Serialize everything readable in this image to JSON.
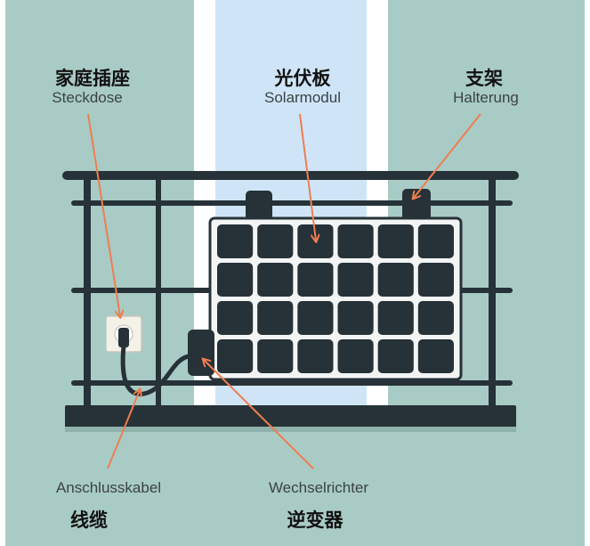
{
  "colors": {
    "background": "#a9cbc5",
    "sky_stripe": "#cfe5f7",
    "wall_gap": "#ffffff",
    "railing": "#263238",
    "panel_cell": "#263238",
    "panel_frame": "#f3f5f5",
    "arrow": "#ef7e50",
    "outlet_face": "#f4f1e8"
  },
  "labels": {
    "socket_zh": "家庭插座",
    "socket_de": "Steckdose",
    "panel_zh": "光伏板",
    "panel_de": "Solarmodul",
    "bracket_zh": "支架",
    "bracket_de": "Halterung",
    "cable_de": "Anschlusskabel",
    "cable_zh": "线缆",
    "inverter_de": "Wechselrichter",
    "inverter_zh": "逆变器"
  },
  "panel_grid": {
    "rows": 4,
    "cols": 6
  }
}
